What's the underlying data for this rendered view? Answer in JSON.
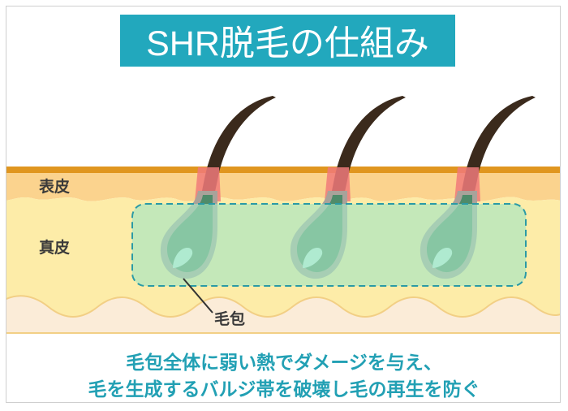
{
  "title": "SHR脱毛の仕組み",
  "labels": {
    "epidermis": "表皮",
    "dermis": "真皮",
    "follicle": "毛包"
  },
  "caption": [
    "毛包全体に弱い熱でダメージを与え、",
    "毛を生成するバルジ帯を破壊し毛の再生を防ぐ"
  ],
  "colors": {
    "accent": "#22a8bd",
    "epidermis": "#fbd38e",
    "dermis": "#fdeca8",
    "heat_zone": "#a6e6c2",
    "hair": "#3b2a1c"
  }
}
